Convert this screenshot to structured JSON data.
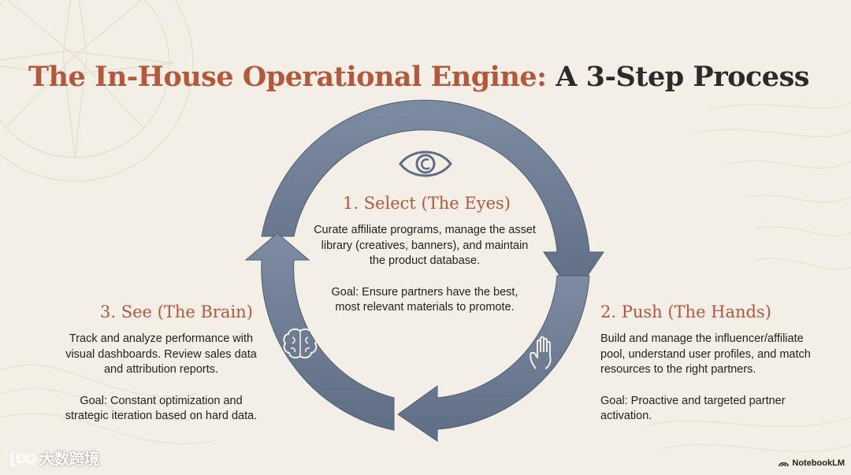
{
  "title": {
    "part1": "The In-House Operational Engine:",
    "part2": "A 3-Step Process"
  },
  "steps": [
    {
      "title": "1. Select (The Eyes)",
      "description": "Curate affiliate programs, manage the asset library (creatives, banners), and maintain the product database.",
      "goal": "Goal: Ensure partners have the best, most relevant materials to promote.",
      "icon": "eye-icon"
    },
    {
      "title": "2. Push (The Hands)",
      "description": "Build and manage the influencer/affiliate pool, understand user profiles, and match resources to the right partners.",
      "goal": "Goal: Proactive and targeted partner activation.",
      "icon": "hand-icon"
    },
    {
      "title": "3. See (The Brain)",
      "description": "Track and analyze performance with visual dashboards. Review sales data and attribution reports.",
      "goal": "Goal: Constant optimization and strategic iteration based on hard data.",
      "icon": "brain-icon"
    }
  ],
  "colors": {
    "accent": "#b5573a",
    "arrow": "#6f7f96",
    "background": "#f3efe6",
    "text": "#222222"
  },
  "watermark_left": "大数跨境",
  "watermark_right": "NotebookLM"
}
